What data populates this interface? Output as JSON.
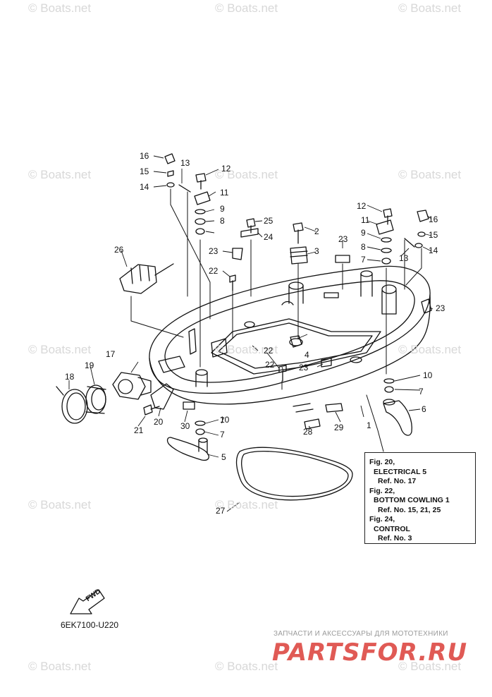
{
  "watermark": {
    "text": "© Boats.net"
  },
  "callouts": [
    "1",
    "2",
    "3",
    "4",
    "5",
    "6",
    "7",
    "7",
    "7",
    "7",
    "8",
    "8",
    "9",
    "9",
    "10",
    "10",
    "11",
    "11",
    "12",
    "12",
    "13",
    "13",
    "14",
    "14",
    "15",
    "15",
    "16",
    "16",
    "17",
    "18",
    "19",
    "20",
    "21",
    "22",
    "22",
    "22",
    "23",
    "23",
    "23",
    "23",
    "24",
    "25",
    "26",
    "27",
    "28",
    "29",
    "30"
  ],
  "reference_box": {
    "lines": [
      "Fig. 20,",
      "ELECTRICAL 5",
      "Ref. No. 17",
      "Fig. 22,",
      "BOTTOM COWLING 1",
      "Ref. No. 15, 21, 25",
      "Fig. 24,",
      "CONTROL",
      "Ref. No. 3"
    ]
  },
  "fwd_label": "FWD",
  "diagram_code": "6EK7100-U220",
  "promo": {
    "tagline": "ЗАПЧАСТИ И АКСЕССУАРЫ ДЛЯ МОТОТЕХНИКИ",
    "logo": "PARTSFOR.RU",
    "logo_color": "#e05a55"
  },
  "colors": {
    "line": "#111111",
    "watermark": "#d8d8d8"
  }
}
